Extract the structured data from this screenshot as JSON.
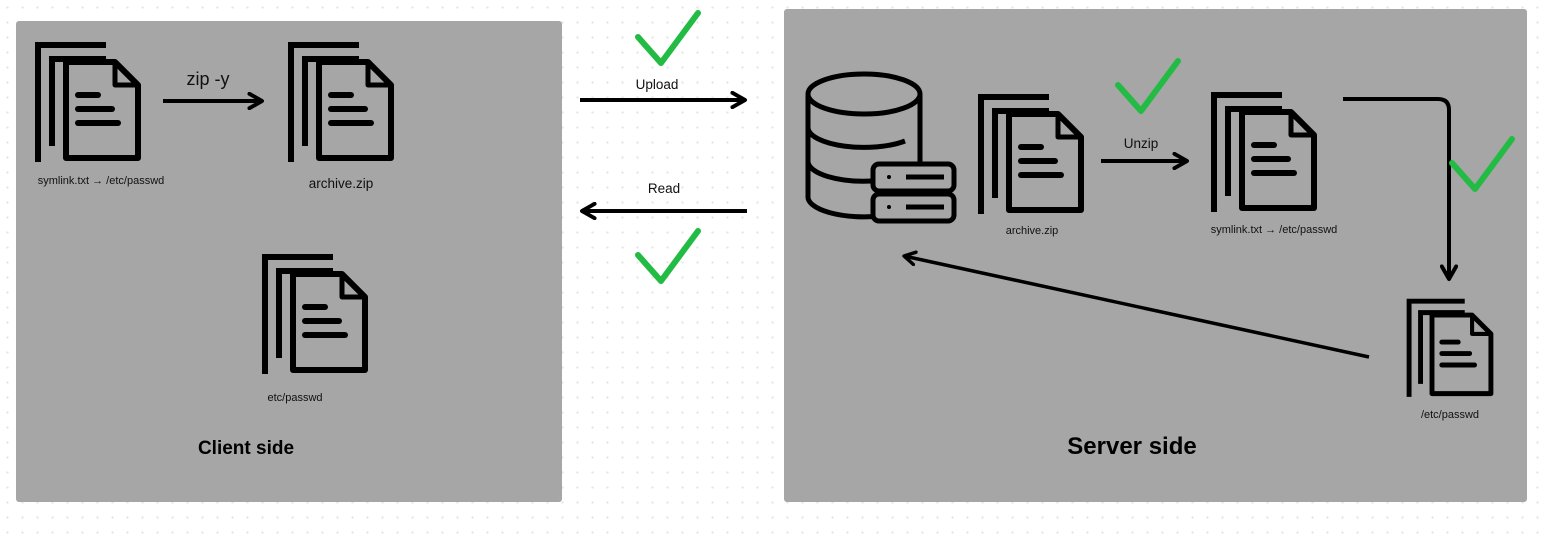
{
  "client": {
    "title": "Client side",
    "symlink_label": "symlink.txt → /etc/passwd",
    "zip_command": "zip -y",
    "archive_label": "archive.zip",
    "passwd_label": "etc/passwd"
  },
  "transfer": {
    "upload_label": "Upload",
    "read_label": "Read"
  },
  "server": {
    "title": "Server side",
    "archive_label": "archive.zip",
    "unzip_label": "Unzip",
    "symlink_label": "symlink.txt → /etc/passwd",
    "passwd_label": "/etc/passwd"
  },
  "colors": {
    "panel": "#a6a6a6",
    "check": "#22bb44",
    "stroke": "#000000"
  },
  "icons": [
    "document-stack-icon",
    "database-server-icon",
    "checkmark-icon",
    "arrow-icon"
  ]
}
